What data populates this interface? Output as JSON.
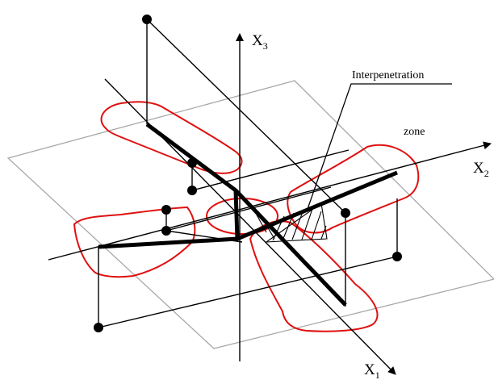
{
  "axes": {
    "x1": {
      "main": "X",
      "sub": "1"
    },
    "x2": {
      "main": "X",
      "sub": "2"
    },
    "x3": {
      "main": "X",
      "sub": "3"
    }
  },
  "annotations": {
    "interpenetration": "Interpenetration",
    "zone": "zone"
  },
  "colors": {
    "ellipsoid_outline": "#e01010",
    "ground_plane": "#a8a8a8",
    "lines": "#000000"
  }
}
